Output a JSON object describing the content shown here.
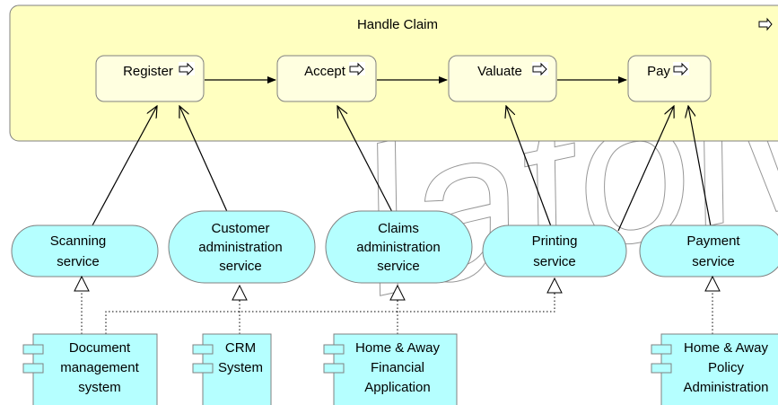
{
  "diagram": {
    "process": {
      "label": "Handle Claim",
      "steps": [
        {
          "id": "register",
          "label": "Register"
        },
        {
          "id": "accept",
          "label": "Accept"
        },
        {
          "id": "valuate",
          "label": "Valuate"
        },
        {
          "id": "pay",
          "label": "Pay"
        }
      ]
    },
    "services": [
      {
        "id": "scanning",
        "lines": [
          "Scanning",
          "service"
        ]
      },
      {
        "id": "customer-admin",
        "lines": [
          "Customer",
          "administration",
          "service"
        ]
      },
      {
        "id": "claims-admin",
        "lines": [
          "Claims",
          "administration",
          "service"
        ]
      },
      {
        "id": "printing",
        "lines": [
          "Printing",
          "service"
        ]
      },
      {
        "id": "payment",
        "lines": [
          "Payment",
          "service"
        ]
      }
    ],
    "components": [
      {
        "id": "dms",
        "lines": [
          "Document",
          "management",
          "system"
        ]
      },
      {
        "id": "crm",
        "lines": [
          "CRM",
          "System"
        ]
      },
      {
        "id": "financial",
        "lines": [
          "Home & Away",
          "Financial",
          "Application"
        ]
      },
      {
        "id": "policy",
        "lines": [
          "Home & Away",
          "Policy",
          "Administration"
        ]
      }
    ],
    "watermark": "latoiv",
    "colors": {
      "process_fill": "#ffffc0",
      "step_fill": "#ffffe0",
      "service_fill": "#b5ffff",
      "component_fill": "#b5ffff",
      "stroke": "#000000",
      "border": "#808080"
    }
  }
}
